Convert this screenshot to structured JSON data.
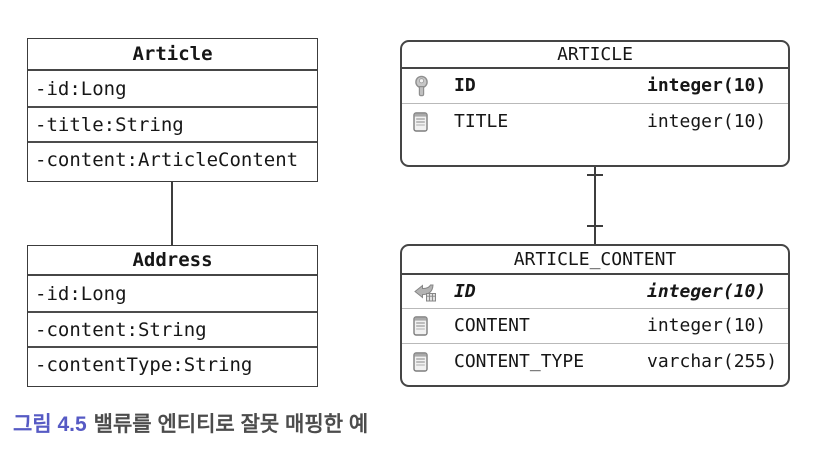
{
  "figure": {
    "caption_label": "그림 4.5",
    "caption_text": "밸류를 엔티티로 잘못 매핑한 예",
    "caption_label_color": "#565ac4",
    "caption_text_color": "#4c4c4c"
  },
  "uml_classes": [
    {
      "name": "Article",
      "attributes": [
        "-id:Long",
        "-title:String",
        "-content:ArticleContent"
      ]
    },
    {
      "name": "Address",
      "attributes": [
        "-id:Long",
        "-content:String",
        "-contentType:String"
      ]
    }
  ],
  "er_tables": [
    {
      "name": "ARTICLE",
      "columns": [
        {
          "icon": "primary-key-icon",
          "name": "ID",
          "type": "integer(10)",
          "emphasis": "bold"
        },
        {
          "icon": "column-icon",
          "name": "TITLE",
          "type": "integer(10)",
          "emphasis": "normal"
        }
      ]
    },
    {
      "name": "ARTICLE_CONTENT",
      "columns": [
        {
          "icon": "foreign-key-icon",
          "name": "ID",
          "type": "integer(10)",
          "emphasis": "bold-italic"
        },
        {
          "icon": "column-icon",
          "name": "CONTENT",
          "type": "integer(10)",
          "emphasis": "normal"
        },
        {
          "icon": "column-icon",
          "name": "CONTENT_TYPE",
          "type": "varchar(255)",
          "emphasis": "normal"
        }
      ]
    }
  ],
  "connectors": [
    {
      "name": "uml-association",
      "from": "Article",
      "to": "Address",
      "style": "plain-line"
    },
    {
      "name": "er-relationship",
      "from": "ARTICLE",
      "to": "ARTICLE_CONTENT",
      "style": "one-to-one",
      "cardinality_marks": 2
    }
  ],
  "colors": {
    "box_border": "#3c3c3c",
    "db_border": "#454545",
    "row_separator_light": "#b9b9b9",
    "line": "#3d3d3d",
    "text": "#161616",
    "background": "#ffffff"
  }
}
